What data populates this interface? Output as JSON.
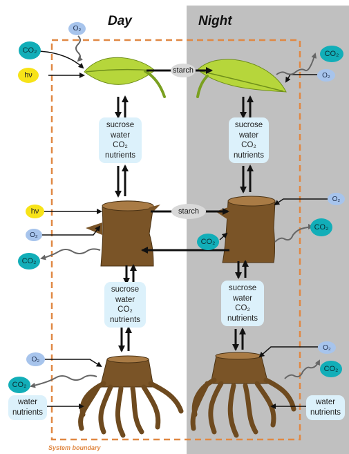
{
  "headers": {
    "day": "Day",
    "night": "Night"
  },
  "labels": {
    "co2": "CO₂",
    "o2": "O₂",
    "hv": "hν",
    "starch": "starch"
  },
  "flow_box": {
    "line1": "sucrose",
    "line2": "water",
    "line3": "CO₂",
    "line4": "nutrients"
  },
  "soil_box": {
    "line1": "water",
    "line2": "nutrients"
  },
  "boundary_label": "System boundary",
  "colors": {
    "night_bg": "#c0c0c0",
    "boundary": "#e08843",
    "co2": "#12aeb8",
    "o2": "#a7c4ec",
    "hv": "#f7e318",
    "box": "#dcf1fb",
    "leaf": "#b6d63b",
    "wood": "#7a5427"
  }
}
